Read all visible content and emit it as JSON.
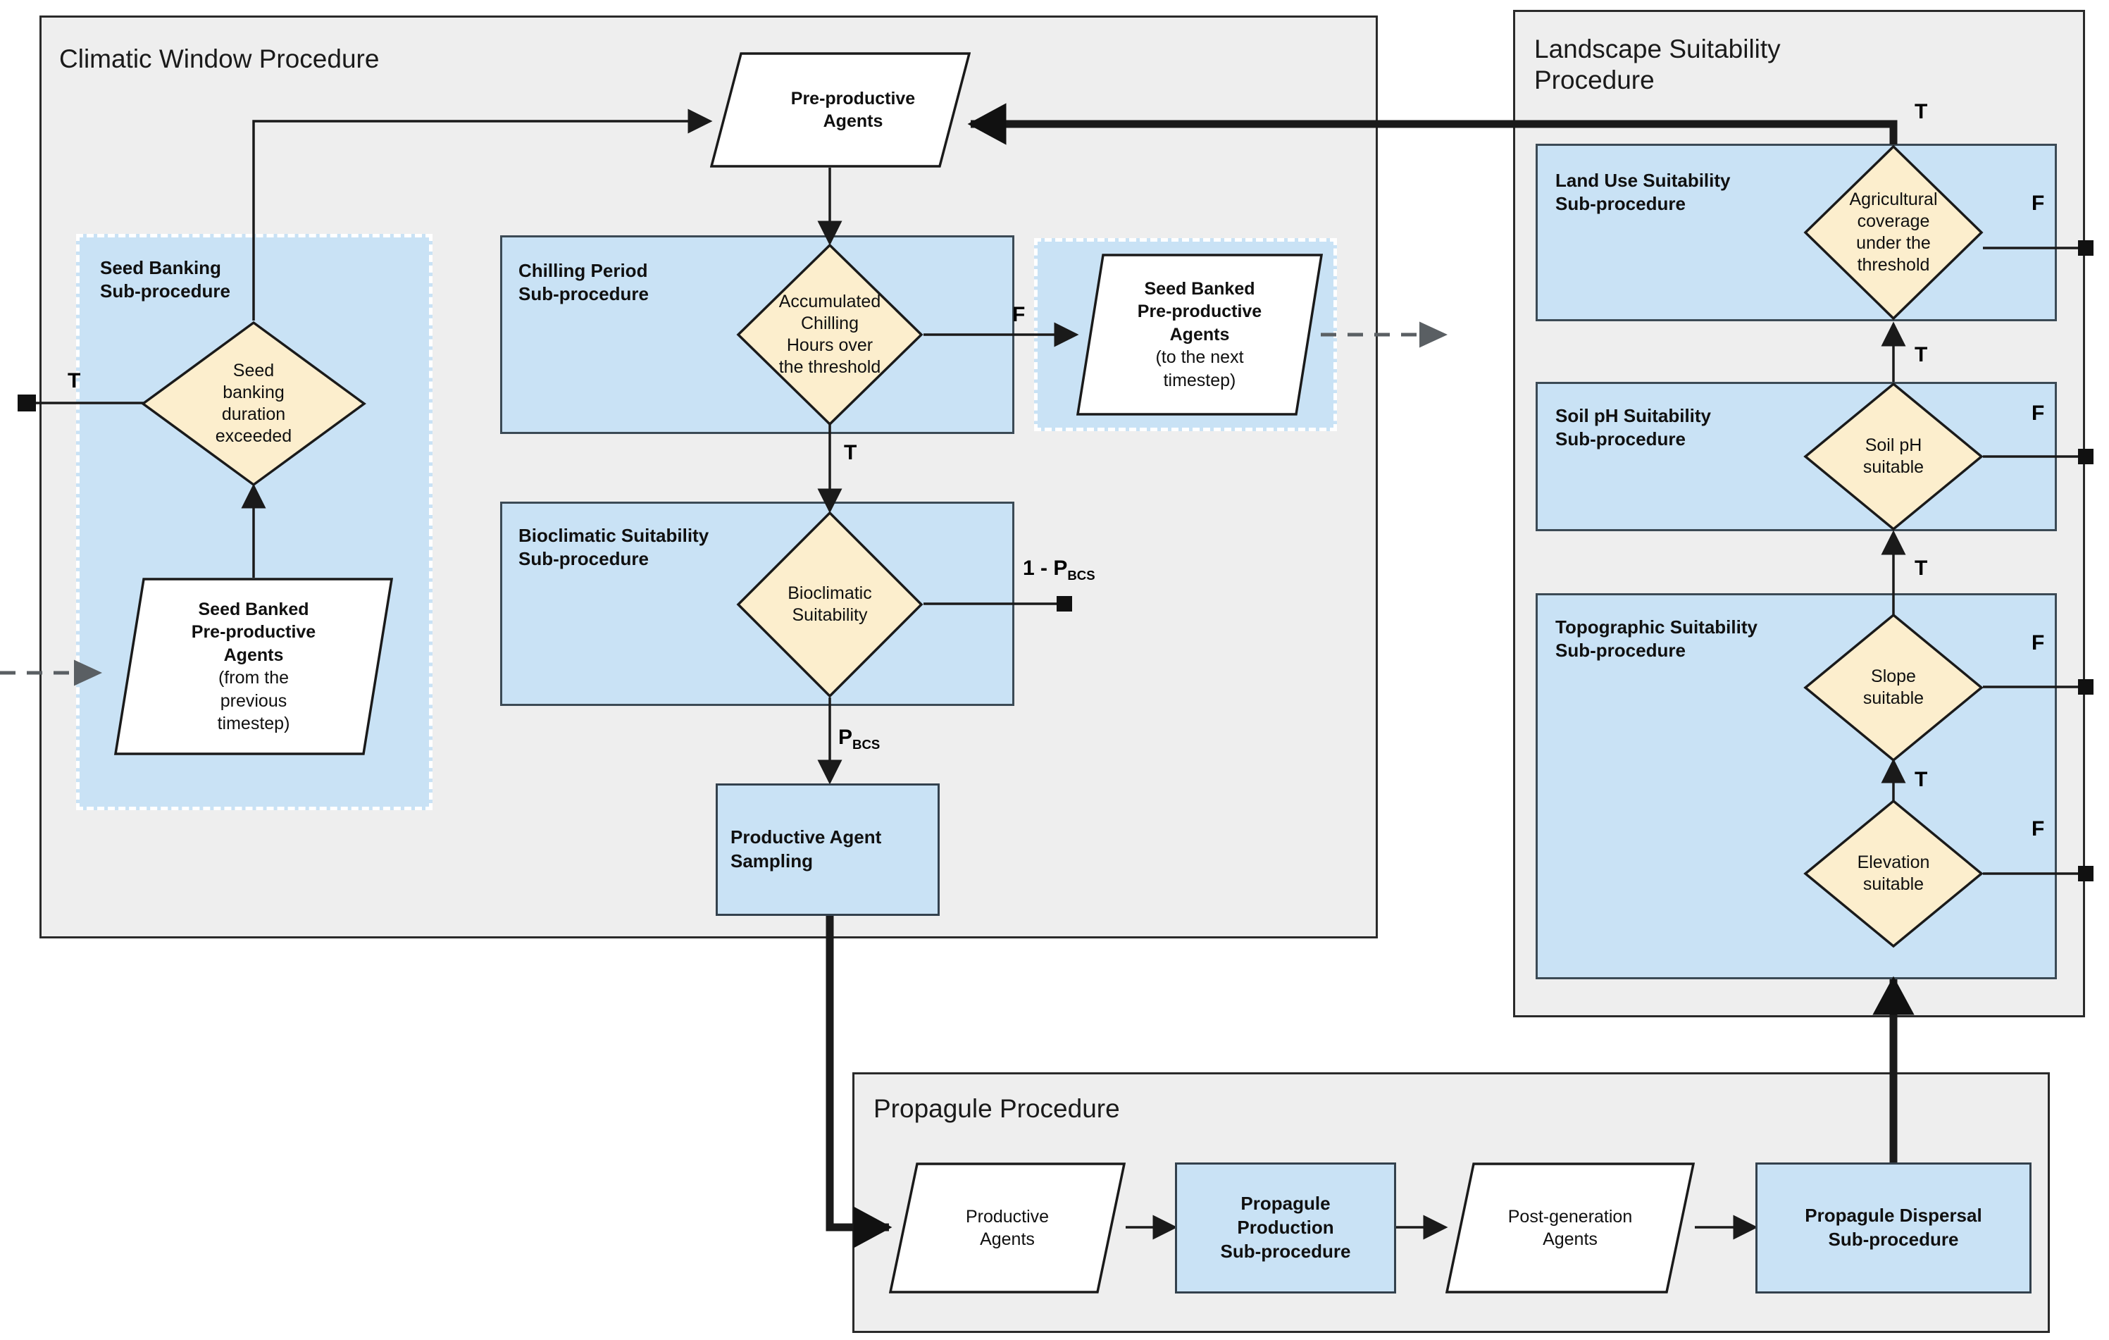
{
  "diagram": {
    "title_climatic": "Climatic Window Procedure",
    "title_landscape": "Landscape Suitability\nProcedure",
    "title_propagule": "Propagule Procedure"
  },
  "climatic": {
    "pre_productive_agents": "Pre-productive\nAgents",
    "seed_banking": {
      "sub_title": "Seed Banking\nSub-procedure",
      "decision": "Seed\nbanking\nduration\nexceeded",
      "input_bold": "Seed Banked\nPre-productive\nAgents",
      "input_note": "(from the\nprevious\ntimestep)",
      "true_label": "T"
    },
    "chilling_period": {
      "sub_title": "Chilling Period\nSub-procedure",
      "decision": "Accumulated\nChilling\nHours over\nthe threshold",
      "false_label": "F",
      "true_label": "T"
    },
    "seed_banked_out": {
      "bold": "Seed Banked\nPre-productive\nAgents",
      "note": "(to the next\ntimestep)"
    },
    "bioclimatic": {
      "sub_title": "Bioclimatic Suitability\nSub-procedure",
      "decision": "Bioclimatic\nSuitability",
      "false_label": "1 - P",
      "false_sub": "BCS",
      "true_label": "P",
      "true_sub": "BCS"
    },
    "productive_agent_sampling": "Productive Agent\nSampling"
  },
  "landscape": {
    "land_use": {
      "sub_title": "Land Use Suitability\nSub-procedure",
      "decision": "Agricultural\ncoverage\nunder the\nthreshold",
      "false_label": "F",
      "true_label_top": "T",
      "true_label_bottom": "T"
    },
    "soil_ph": {
      "sub_title": "Soil pH Suitability\nSub-procedure",
      "decision": "Soil pH\nsuitable",
      "false_label": "F",
      "true_label": "T"
    },
    "topographic": {
      "sub_title": "Topographic Suitability\nSub-procedure",
      "slope_decision": "Slope\nsuitable",
      "slope_false_label": "F",
      "slope_true_label": "T",
      "elevation_decision": "Elevation\nsuitable",
      "elevation_false_label": "F"
    }
  },
  "propagule": {
    "productive_agents": "Productive\nAgents",
    "propagule_production": "Propagule\nProduction\nSub-procedure",
    "post_generation_agents": "Post-generation\nAgents",
    "propagule_dispersal": "Propagule Dispersal\nSub-procedure"
  },
  "colors": {
    "panel_bg": "#eeeeee",
    "subprocedure_bg": "#c9e2f5",
    "decision_fill": "#fceecd",
    "process_fill": "#c9e2f5",
    "io_fill": "#ffffff",
    "stroke": "#1a1a1a"
  }
}
